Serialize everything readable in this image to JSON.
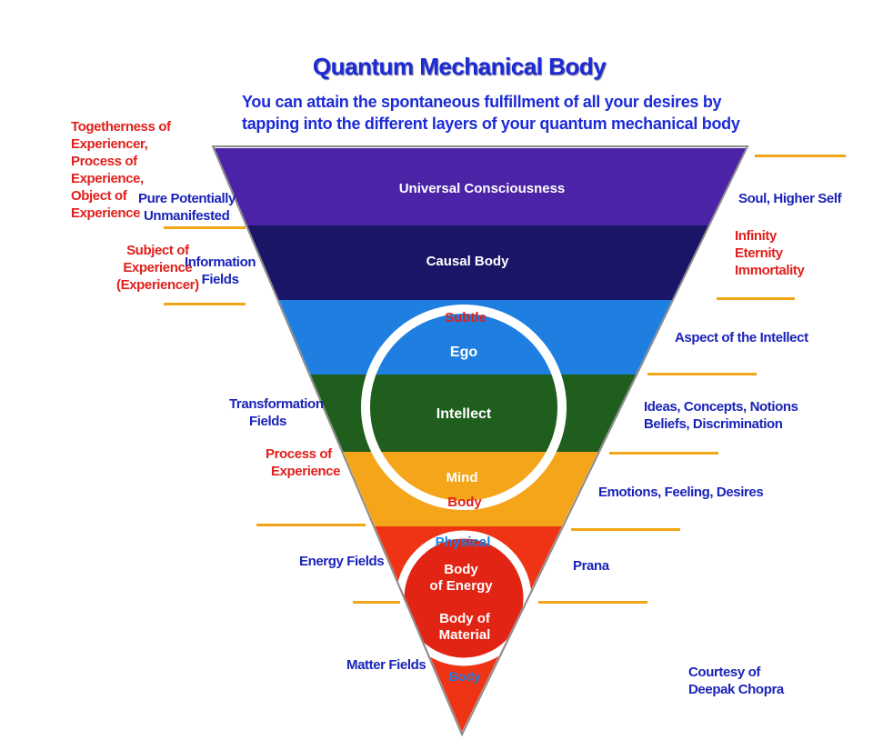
{
  "title": "Quantum Mechanical Body",
  "subtitle_line1": "You can attain the spontaneous fulfillment of all your desires by",
  "subtitle_line2": "tapping into the different layers of your quantum mechanical body",
  "layers": {
    "universal": "Universal Consciousness",
    "causal": "Causal Body",
    "subtle": "Subtle",
    "ego": "Ego",
    "intellect": "Intellect",
    "mind": "Mind",
    "body1": "Body",
    "physical": "Physical",
    "energy1": "Body",
    "energy2": "of Energy",
    "material1": "Body of",
    "material2": "Material",
    "body2": "Body"
  },
  "left": {
    "togetherness": [
      "Togetherness of",
      "Experiencer,",
      "Process of",
      "Experience,",
      "Object of",
      "Experience"
    ],
    "pure": [
      "Pure Potentially",
      "Unmanifested"
    ],
    "subject": [
      "Subject of",
      "Experience",
      "(Experiencer)"
    ],
    "information": [
      "Information",
      "Fields"
    ],
    "transformation": [
      "Transformation",
      "Fields"
    ],
    "process": [
      "Process of",
      "Experience"
    ],
    "energy_fields": "Energy Fields",
    "matter_fields": "Matter Fields"
  },
  "right": {
    "soul": "Soul, Higher Self",
    "infinity": [
      "Infinity",
      "Eternity",
      "Immortality"
    ],
    "aspect": "Aspect of the Intellect",
    "ideas": [
      "Ideas, Concepts, Notions",
      "Beliefs, Discrimination"
    ],
    "emotions": "Emotions, Feeling, Desires",
    "prana": "Prana",
    "courtesy": [
      "Courtesy of",
      "Deepak Chopra"
    ]
  },
  "colors": {
    "title_blue": "#1c2bd6",
    "label_blue": "#1a23b8",
    "label_red": "#e0201c",
    "band_purple": "#4a23a6",
    "band_navy": "#1a1566",
    "band_sky": "#1e7fe0",
    "band_green": "#1f5e1c",
    "band_orange": "#f5a51a",
    "band_red": "#ee3414",
    "circle_red": "#e22414",
    "line_orange": "#f2a516"
  }
}
